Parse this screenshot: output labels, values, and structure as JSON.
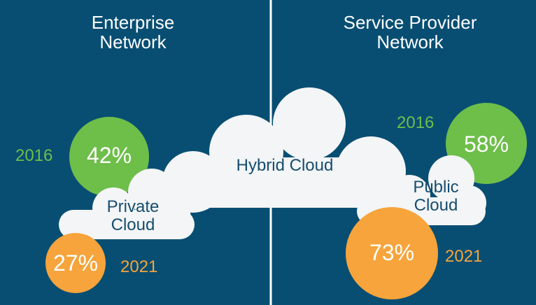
{
  "columns": {
    "left": {
      "heading_line1": "Enterprise",
      "heading_line2": "Network"
    },
    "right": {
      "heading_line1": "Service Provider",
      "heading_line2": "Network"
    }
  },
  "clouds": {
    "hybrid": {
      "label": "Hybrid Cloud"
    },
    "private": {
      "label_line1": "Private",
      "label_line2": "Cloud"
    },
    "public": {
      "label_line1": "Public",
      "label_line2": "Cloud"
    }
  },
  "stats": {
    "private": {
      "y2016": {
        "year": "2016",
        "value": "42%"
      },
      "y2021": {
        "year": "2021",
        "value": "27%"
      }
    },
    "public": {
      "y2016": {
        "year": "2016",
        "value": "58%"
      },
      "y2021": {
        "year": "2021",
        "value": "73%"
      }
    }
  },
  "colors": {
    "background": "#084e73",
    "divider": "#ffffff",
    "cloud": "#f3f5f6",
    "cloud_text": "#174d6f",
    "green": "#6ebe4a",
    "orange": "#f6a43b"
  }
}
